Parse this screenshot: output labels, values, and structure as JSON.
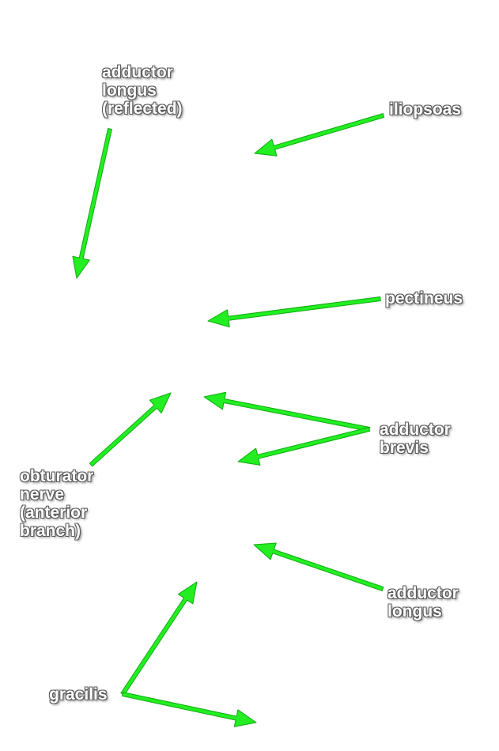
{
  "labels": {
    "adductor_longus_reflected": "adductor\nlongus\n(reflected)",
    "iliopsoas": "iliopsoas",
    "pectineus": "pectineus",
    "adductor_brevis": "adductor\nbrevis",
    "obturator_nerve": "obturator\nnerve\n(anterior\nbranch)",
    "adductor_longus": "adductor\nlongus",
    "gracilis": "gracilis"
  },
  "colors": {
    "arrow_fill": "#22ee22",
    "arrow_stroke": "#11aa11",
    "label_text": "#ffffff"
  }
}
